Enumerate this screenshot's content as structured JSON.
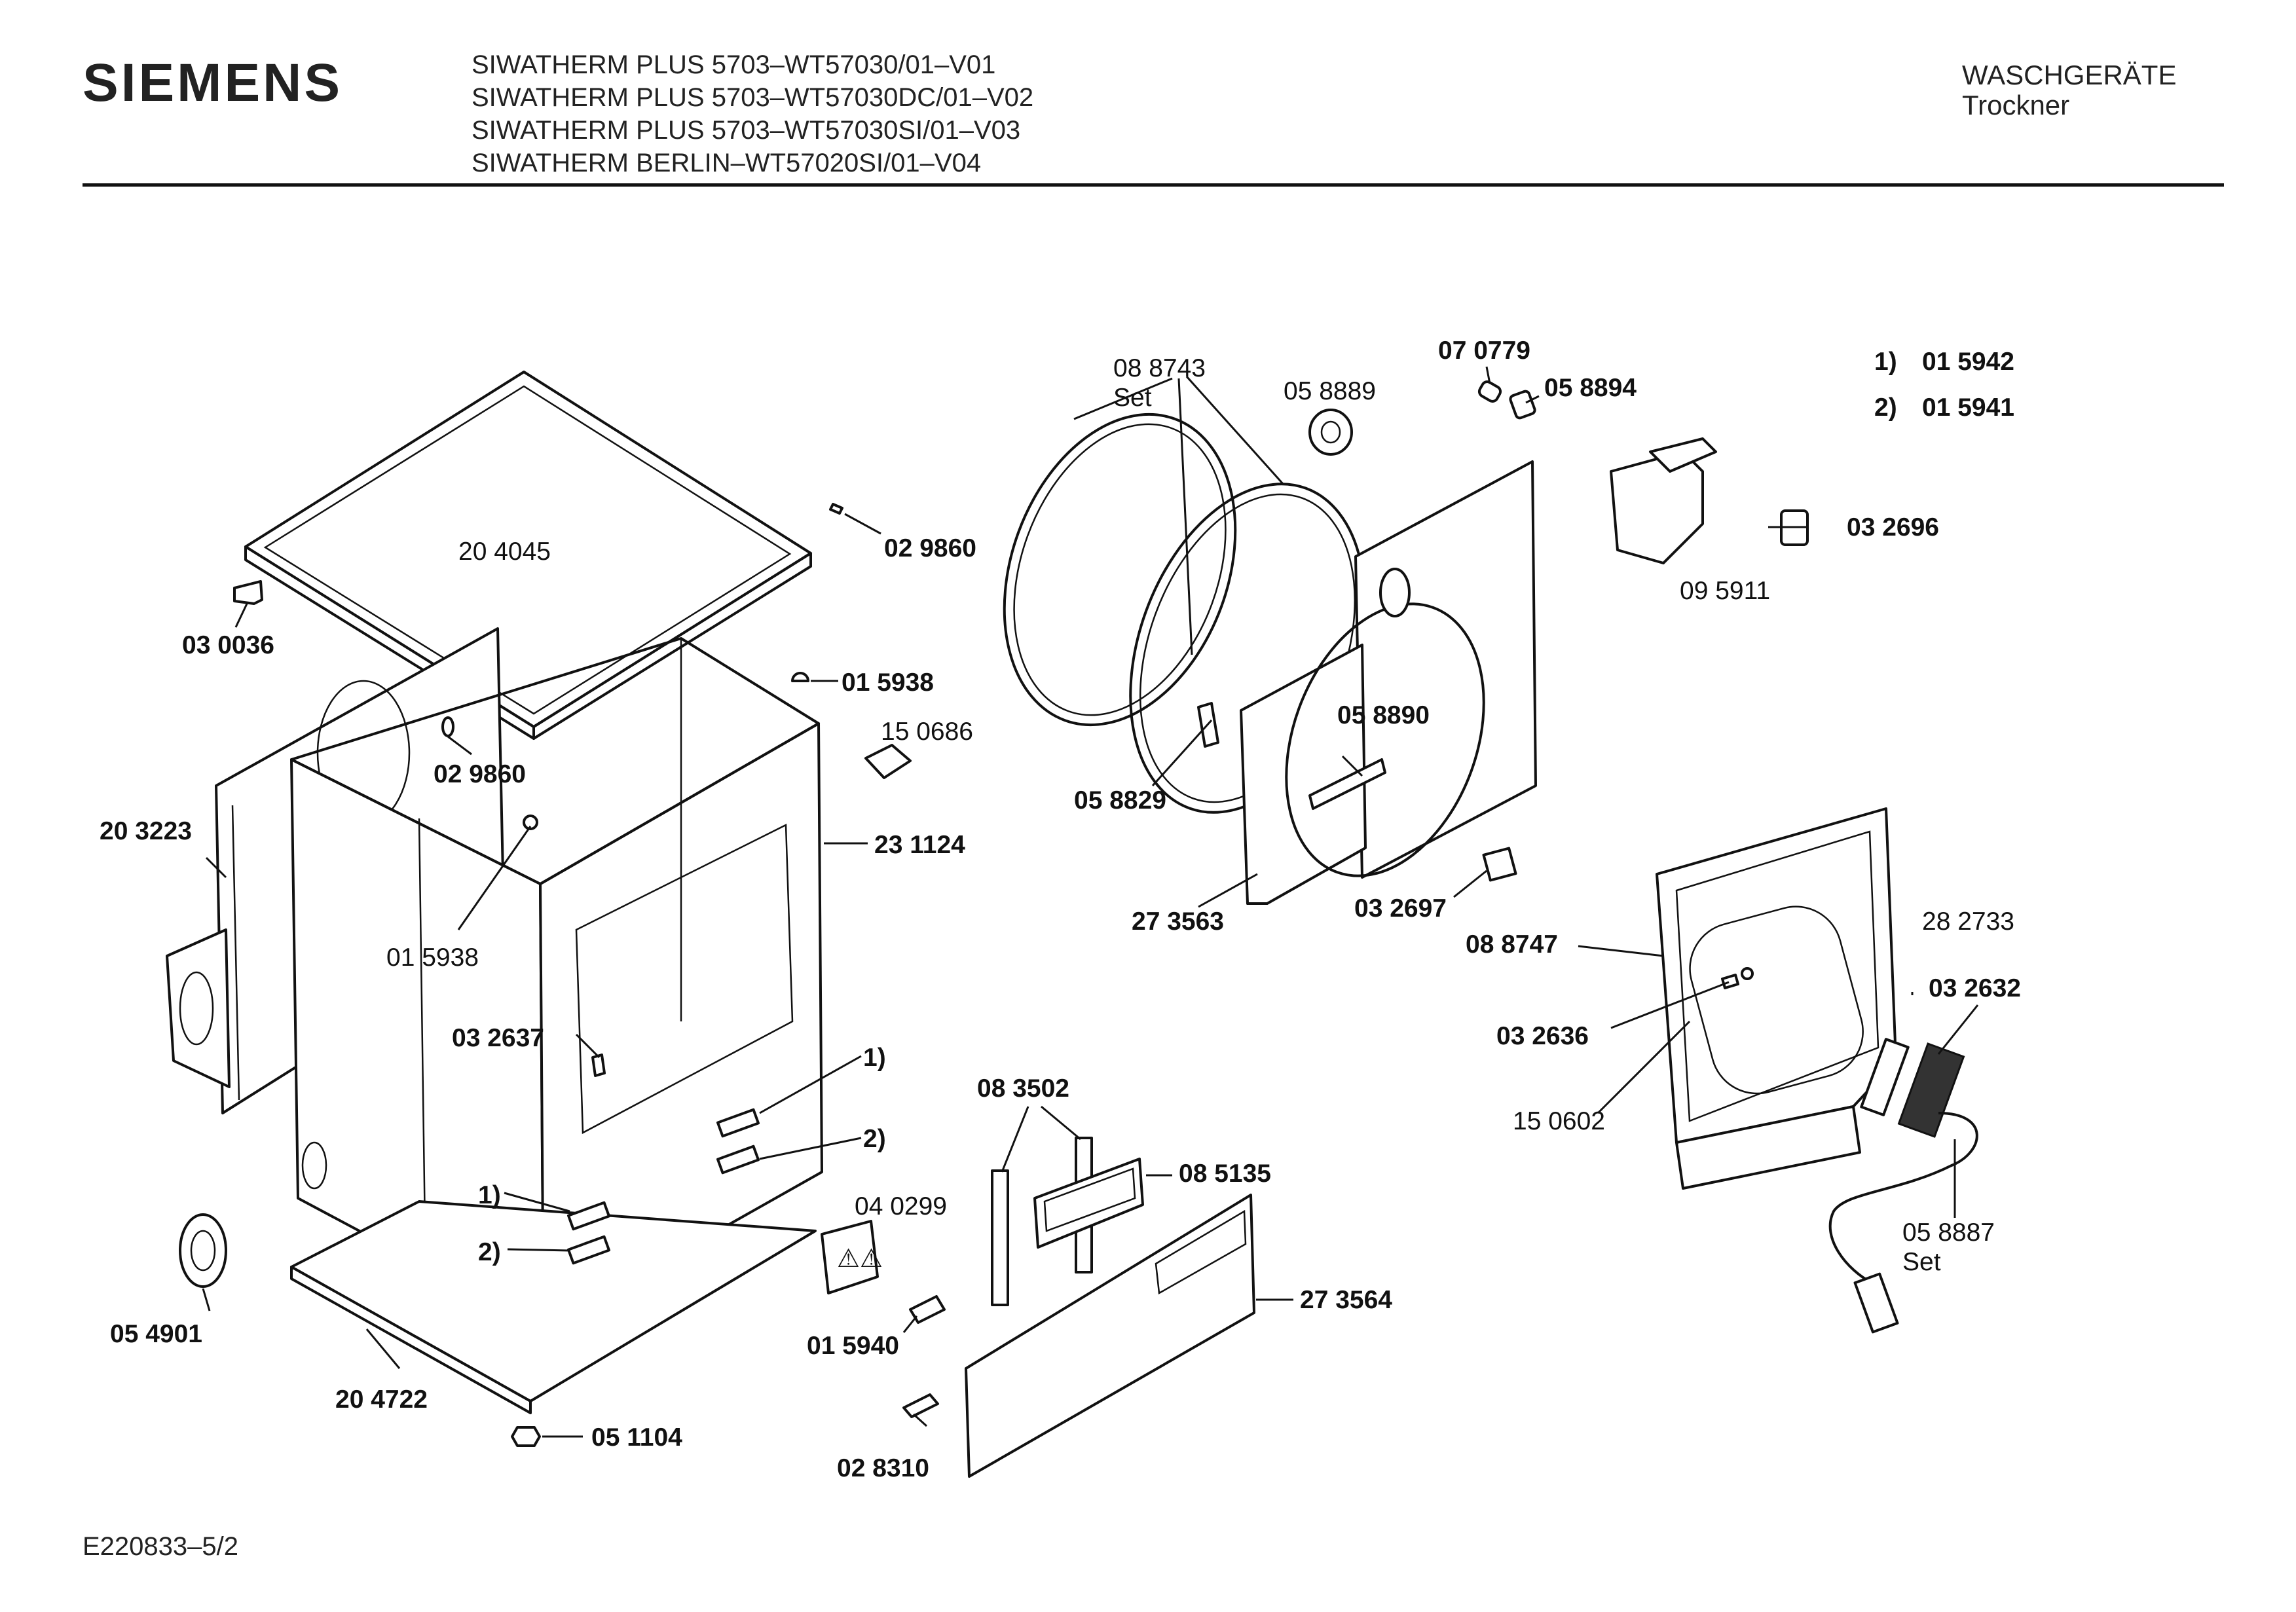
{
  "header": {
    "brand": "SIEMENS",
    "models": [
      "SIWATHERM PLUS 5703–WT57030/01–V01",
      "SIWATHERM PLUS 5703–WT57030DC/01–V02",
      "SIWATHERM PLUS 5703–WT57030SI/01–V03",
      "SIWATHERM BERLIN–WT57020SI/01–V04"
    ],
    "category_line1": "WASCHGERÄTE",
    "category_line2": "Trockner"
  },
  "footer": {
    "doc_code": "E220833–5/2"
  },
  "legend": {
    "item1_key": "1)",
    "item1_value": "01 5942",
    "item2_key": "2)",
    "item2_value": "01 5941"
  },
  "labels": {
    "p204045": "20 4045",
    "p029860a": "02 9860",
    "p030036": "03 0036",
    "p015938a": "01 5938",
    "p150686": "15 0686",
    "p029860b": "02 9860",
    "p203223": "20 3223",
    "p231124": "23 1124",
    "p015938b": "01 5938",
    "p032637": "03 2637",
    "m1a": "1)",
    "m2a": "2)",
    "m1b": "1)",
    "m2b": "2)",
    "p054901": "05 4901",
    "p204722": "20 4722",
    "p051104": "05 1104",
    "p088743": "08 8743",
    "set1": "Set",
    "p058889": "05 8889",
    "p070779": "07 0779",
    "p058894": "05 8894",
    "p032696": "03 2696",
    "p095911": "09 5911",
    "p058890": "05 8890",
    "p058829": "05 8829",
    "p273563": "27 3563",
    "p032697": "03 2697",
    "p088747": "08 8747",
    "p282733": "28 2733",
    "p032632": "03 2632",
    "p032636": "03 2636",
    "p150602": "15 0602",
    "p058887": "05 8887",
    "set2": "Set",
    "p083502": "08 3502",
    "p085135": "08 5135",
    "p040299": "04 0299",
    "p015940": "01 5940",
    "p273564": "27 3564",
    "p028310": "02 8310"
  }
}
